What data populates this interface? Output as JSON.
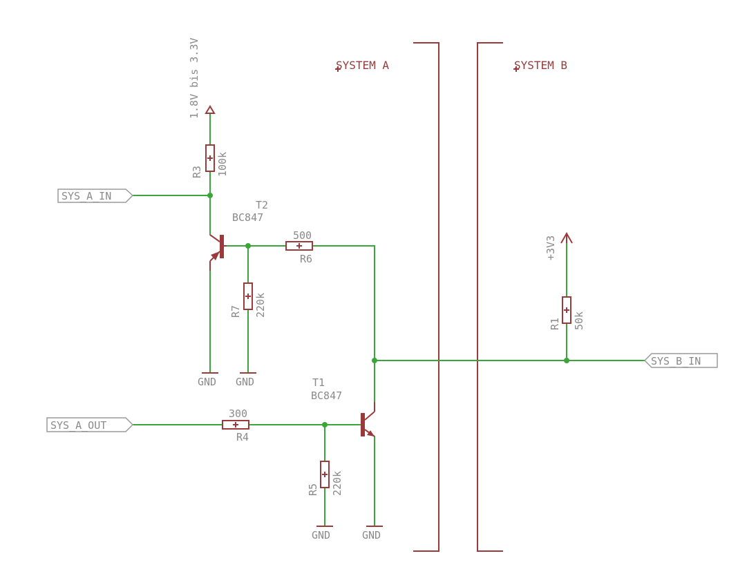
{
  "systems": {
    "a": "SYSTEM A",
    "b": "SYSTEM B"
  },
  "ports": {
    "sys_a_in": "SYS_A_IN",
    "sys_a_out": "SYS_A_OUT",
    "sys_b_in": "SYS_B_IN"
  },
  "supplies": {
    "v_in": "1.8V bis 3.3V",
    "v_b": "+3V3"
  },
  "ground": "GND",
  "resistors": {
    "r1": {
      "name": "R1",
      "value": "50k"
    },
    "r3": {
      "name": "R3",
      "value": "100k"
    },
    "r4": {
      "name": "R4",
      "value": "300"
    },
    "r5": {
      "name": "R5",
      "value": "220k"
    },
    "r6": {
      "name": "R6",
      "value": "500"
    },
    "r7": {
      "name": "R7",
      "value": "220k"
    }
  },
  "transistors": {
    "t1": {
      "name": "T1",
      "type": "BC847"
    },
    "t2": {
      "name": "T2",
      "type": "BC847"
    }
  }
}
